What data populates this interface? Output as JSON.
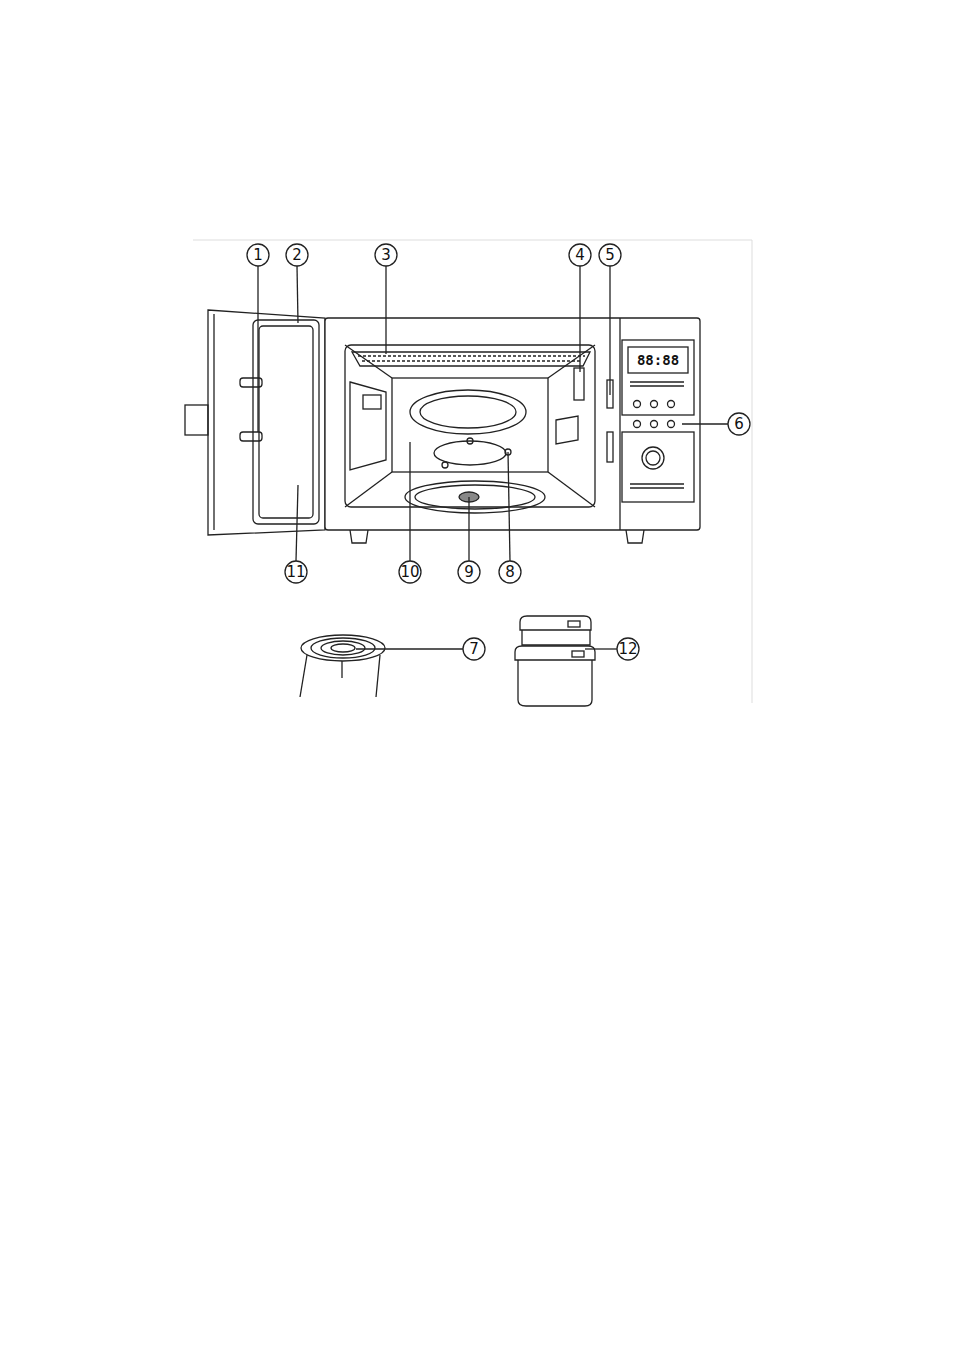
{
  "diagram": {
    "labels": [
      "1",
      "2",
      "3",
      "4",
      "5",
      "6",
      "7",
      "8",
      "9",
      "10",
      "11",
      "12",
      "88:88"
    ]
  }
}
